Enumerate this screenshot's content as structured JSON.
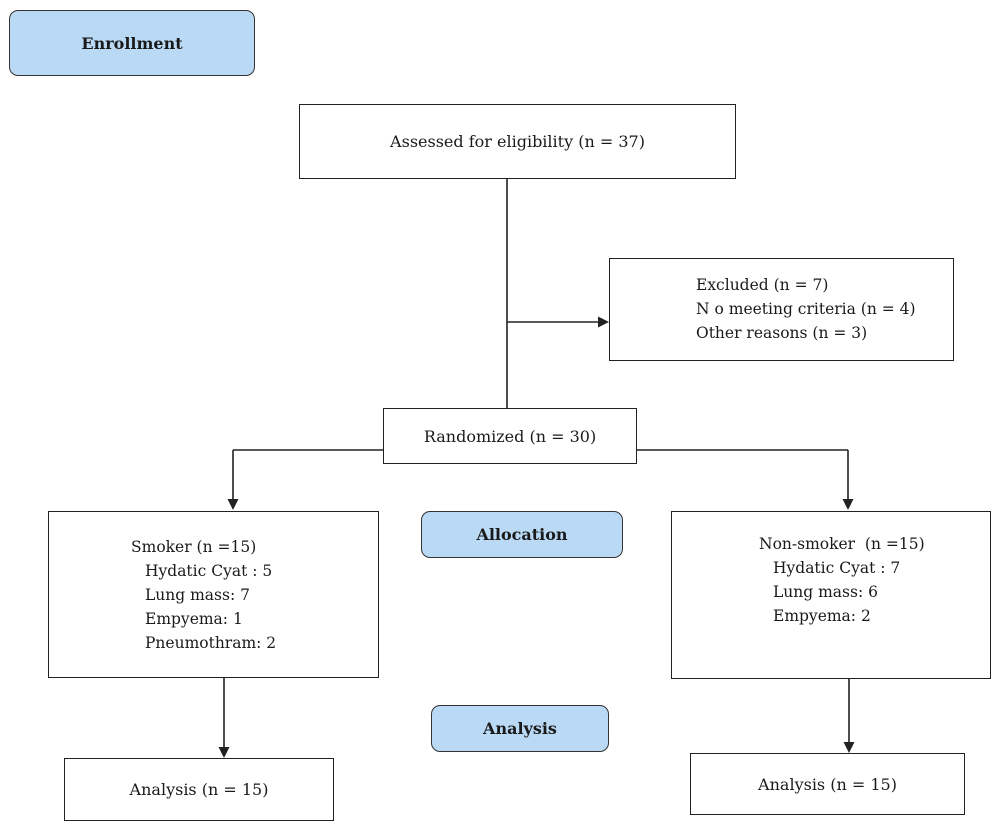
{
  "stages": {
    "enrollment": "Enrollment",
    "allocation": "Allocation",
    "analysis": "Analysis"
  },
  "assessed": "Assessed for eligibility (n = 37)",
  "excluded": {
    "title": "Excluded (n = 7)",
    "items": [
      "N o meeting criteria (n = 4)",
      "Other reasons (n = 3)"
    ]
  },
  "randomized": "Randomized (n = 30)",
  "smoker": {
    "title": "Smoker (n =15)",
    "items": [
      "Hydatic Cyat : 5",
      "Lung mass: 7",
      "Empyema: 1",
      "Pneumothram: 2"
    ],
    "analysis": "Analysis (n = 15)"
  },
  "nonsmoker": {
    "title": "Non-smoker  (n =15)",
    "items": [
      "Hydatic Cyat : 7",
      "Lung mass: 6",
      "Empyema: 2"
    ],
    "analysis": "Analysis (n = 15)"
  }
}
